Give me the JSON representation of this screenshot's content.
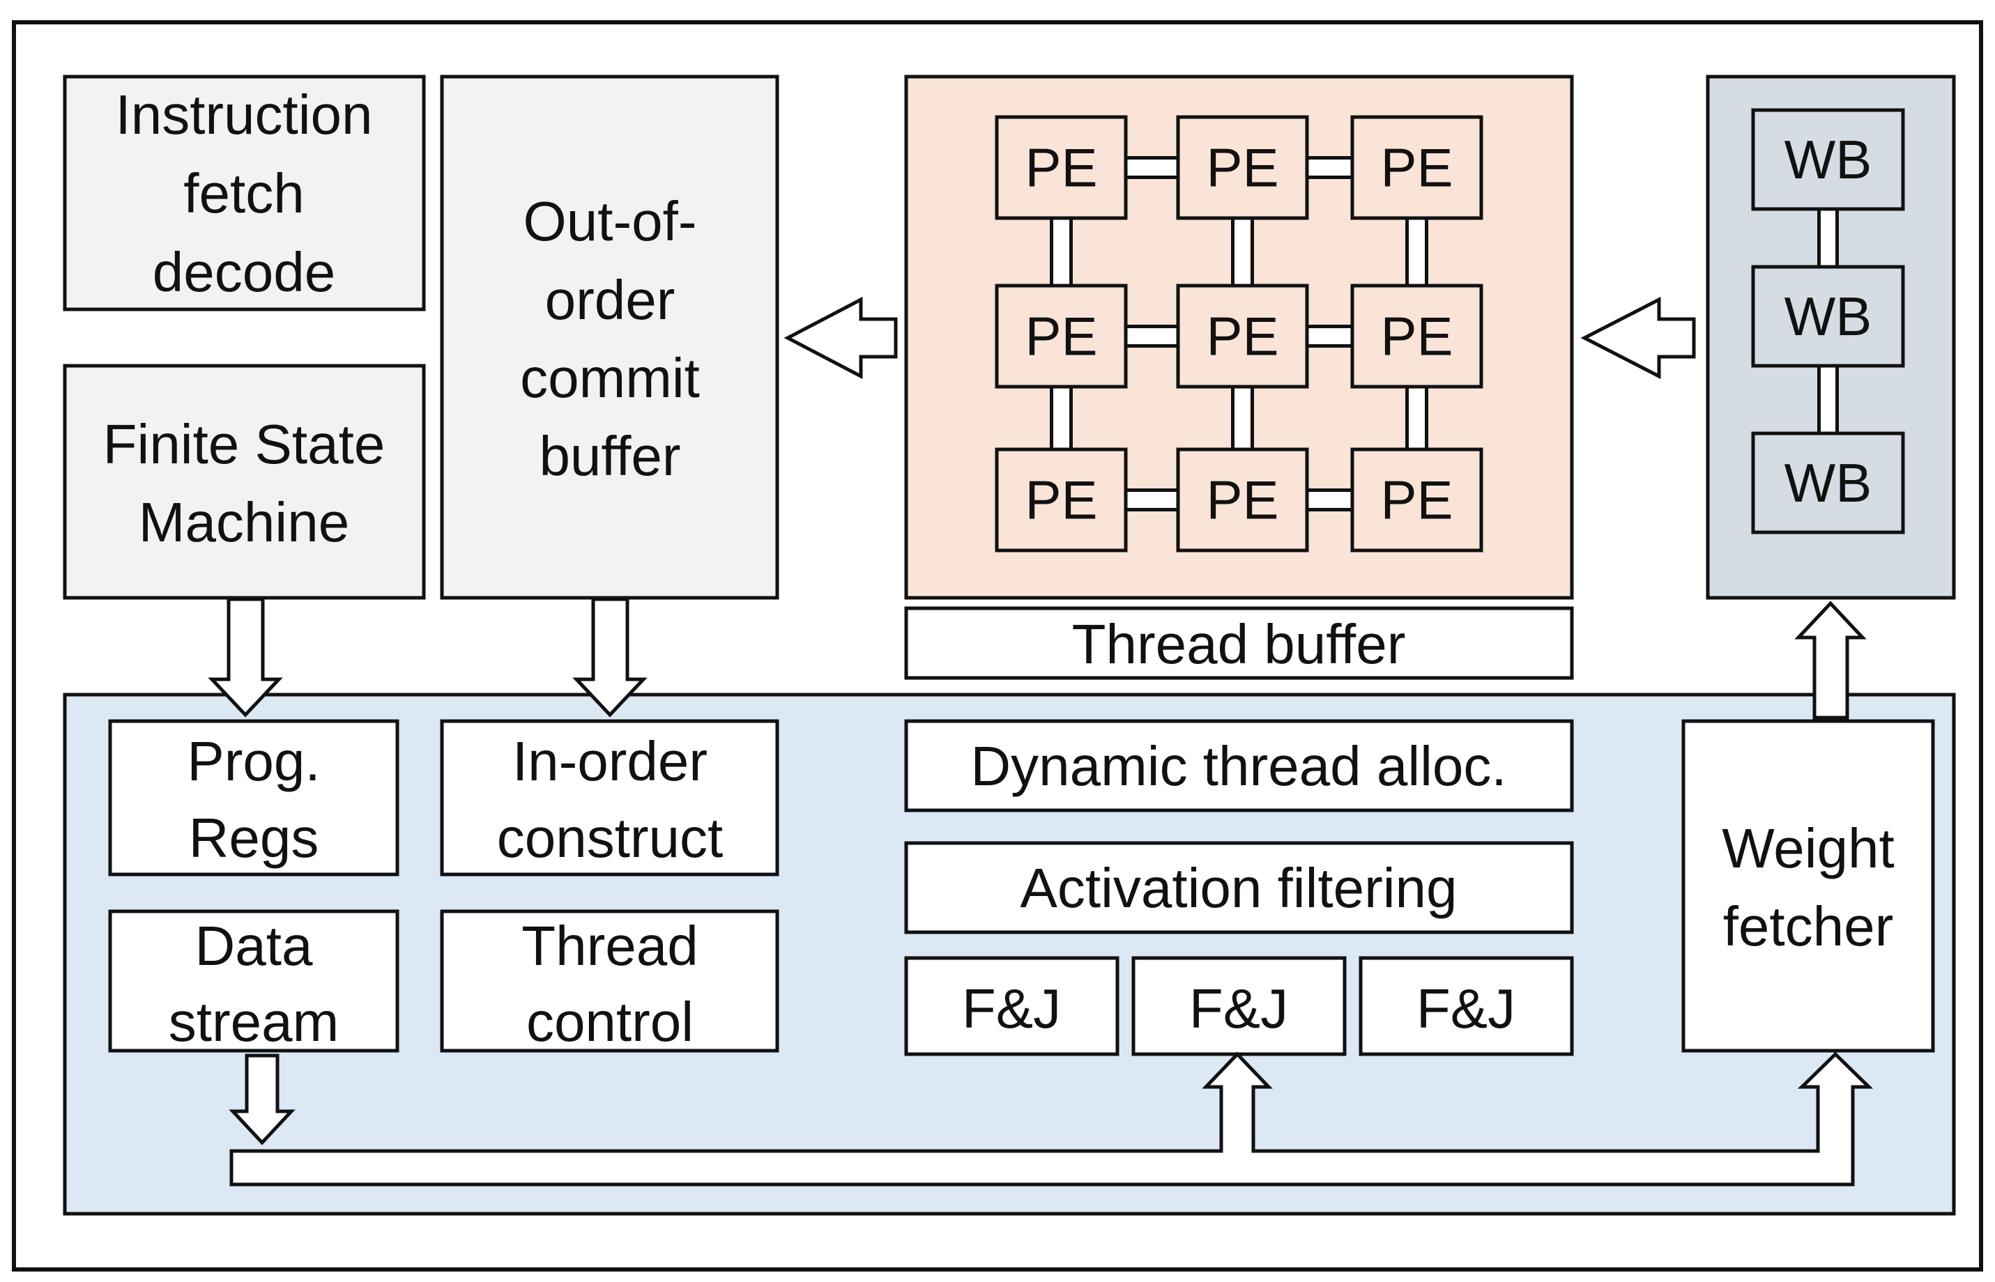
{
  "colors": {
    "outer_background": "#ffffff",
    "control_box": "#f2f2f2",
    "pe_array": "#fae4d7",
    "weight_buffer_panel": "#d6dce4",
    "lower_panel": "#dde8f5",
    "box_white": "#ffffff",
    "stroke": "#111111"
  },
  "blocks": {
    "instruction_fetch": [
      "Instruction",
      "fetch",
      "decode"
    ],
    "fsm": [
      "Finite State",
      "Machine"
    ],
    "ooo_buffer": [
      "Out-of-",
      "order",
      "commit",
      "buffer"
    ],
    "thread_buffer": "Thread buffer",
    "prog_regs": [
      "Prog.",
      "Regs"
    ],
    "data_stream": [
      "Data",
      "stream"
    ],
    "in_order": [
      "In-order",
      "construct"
    ],
    "thread_control": [
      "Thread",
      "control"
    ],
    "dynamic_alloc": "Dynamic thread alloc.",
    "activation_filtering": "Activation filtering",
    "fj": [
      "F&J",
      "F&J",
      "F&J"
    ],
    "weight_fetcher": [
      "Weight",
      "fetcher"
    ]
  },
  "pe_array": {
    "rows": 3,
    "cols": 3,
    "label": "PE"
  },
  "weight_buffers": [
    "WB",
    "WB",
    "WB"
  ],
  "icons": {
    "arrow": "hollow-block-arrow-icon"
  }
}
